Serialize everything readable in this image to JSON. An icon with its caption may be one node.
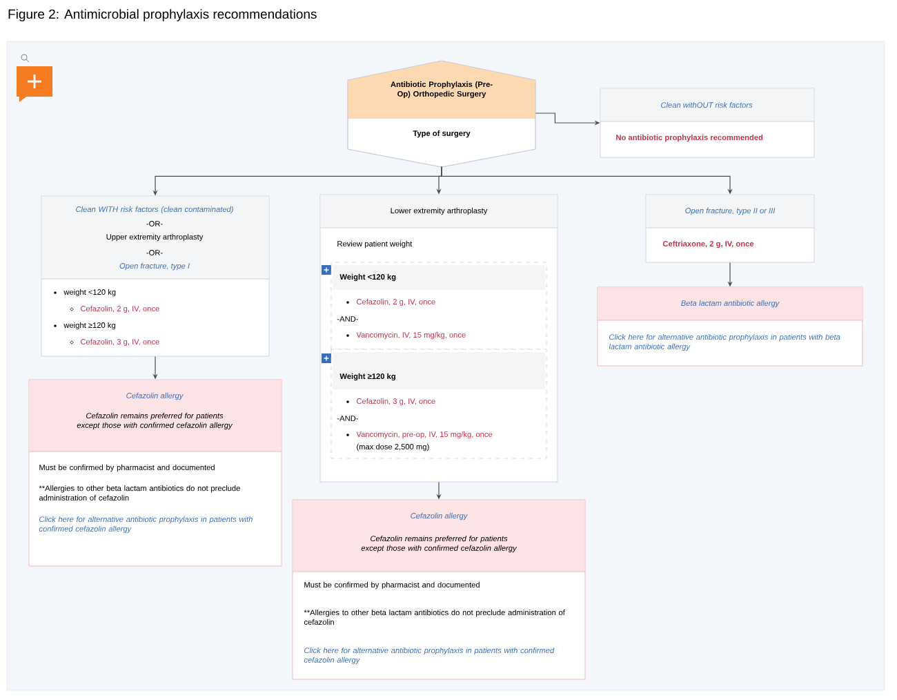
{
  "diagram": {
    "title": "Figure 2: Antimicrobial prophylaxis recommendations",
    "nodes": [
      {
        "text": [
          "Antibiotic Prophylaxis (Pre-Op) Orthopedic Surgery",
          "Type of surgery"
        ]
      },
      {
        "text": [
          "Clean withOUT risk factors",
          "No antibiotic prophylaxis recommended"
        ]
      },
      {
        "text": [
          "Clean WITH risk factors (clean contaminated)",
          "-OR-",
          "Upper extremity arthroplasty",
          "-OR-",
          "Open fracture, type I",
          "weight <120 kg",
          "Cefazolin, 2 g, IV, once",
          "weight ≥120 kg",
          "Cefazolin, 3 g, IV, once"
        ]
      },
      {
        "text": [
          "Lower extremity arthroplasty",
          "Review patient weight"
        ]
      },
      {
        "text": [
          "Weight <120 kg",
          "Cefazolin, 2 g, IV, once",
          "-AND-",
          "Vancomycin, IV, 15 mg/kg, once"
        ],
        "in": 3
      },
      {
        "text": [
          "Weight ≥120 kg",
          "Cefazolin, 3 g, IV, once",
          "-AND-",
          "Vancomycin, pre-op, IV, 15 mg/kg, once",
          "(max dose 2,500 mg)"
        ],
        "in": 3
      },
      {
        "text": [
          "Open fracture, type II or III",
          "Ceftriaxone, 2 g, IV, once"
        ]
      },
      {
        "text": [
          "Cefazolin allergy",
          "Cefazolin remains preferred for patients except those with confirmed cefazolin allergy",
          "Must be confirmed by pharmacist and documented",
          "**Allergies to other beta lactam antibiotics do not preclude administration of cefazolin",
          "Click here for alternative antibiotic prophylaxis in patients with confirmed cefazolin allergy"
        ]
      },
      {
        "text": [
          "Cefazolin allergy",
          "Cefazolin remains preferred for patients except those with confirmed cefazolin allergy",
          "Must be confirmed by pharmacist and documented",
          "**Allergies to other beta lactam antibiotics do not preclude administration of cefazolin",
          "Click here for alternative antibiotic prophylaxis in patients with confirmed cefazolin allergy"
        ]
      },
      {
        "text": [
          "Beta lactam antibiotic allergy",
          "Click here for alternative antibiotic prophylaxis in patients with beta lactam antibiotic allergy"
        ]
      }
    ],
    "edges": [
      {
        "from": 0,
        "to": 1,
        "arrow": "to"
      },
      {
        "from": 0,
        "to": 2,
        "arrow": "to"
      },
      {
        "from": 0,
        "to": 3,
        "arrow": "to"
      },
      {
        "from": 0,
        "to": 6,
        "arrow": "to"
      },
      {
        "from": 2,
        "to": 7,
        "arrow": "to"
      },
      {
        "from": 3,
        "to": 8,
        "arrow": "to"
      },
      {
        "from": 6,
        "to": 9,
        "arrow": "to"
      }
    ]
  }
}
